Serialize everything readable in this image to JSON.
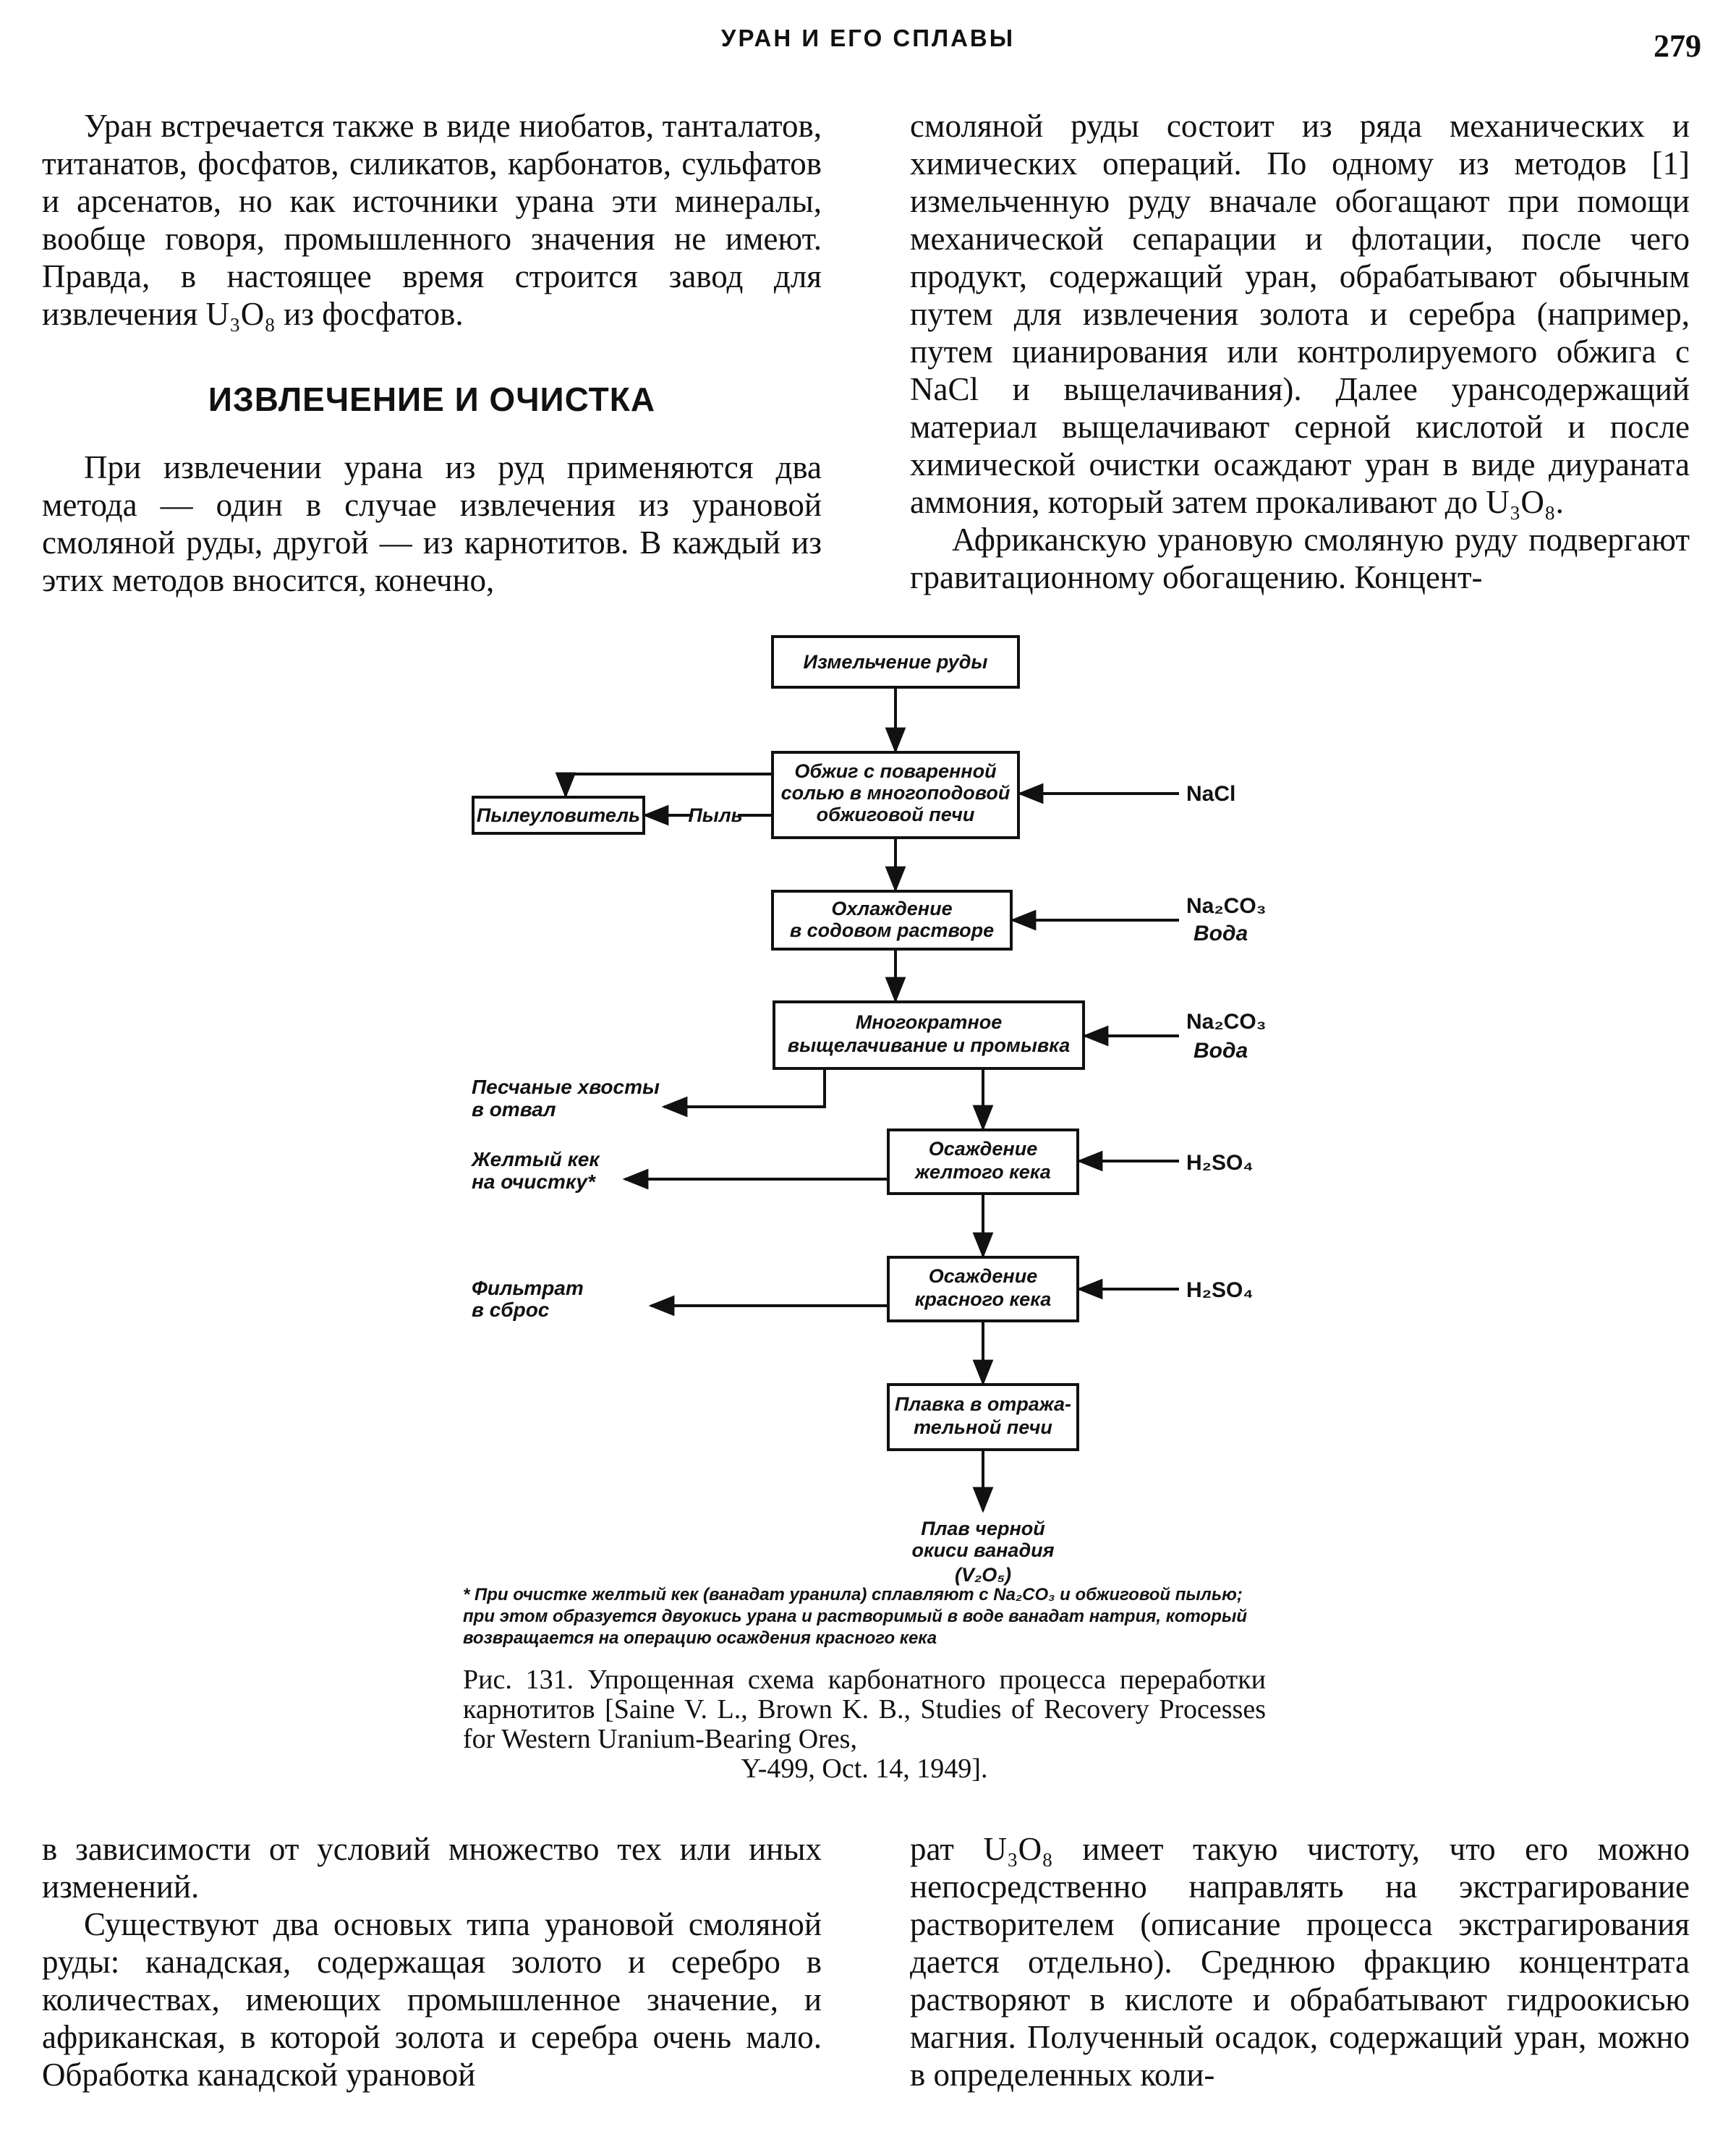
{
  "header": {
    "running_title": "УРАН И ЕГО СПЛАВЫ",
    "page_number": "279"
  },
  "left_top": {
    "p1": "Уран встречается также в виде ниобатов, танталатов, титанатов, фосфатов, силикатов, карбонатов, сульфатов и арсенатов, но как источники урана эти минералы, вообще говоря, промышленного значения не имеют. Правда, в настоящее время строится завод для извлечения U₃O₈ из фосфатов.",
    "heading": "ИЗВЛЕЧЕНИЕ И ОЧИСТКА",
    "p2": "При извлечении урана из руд применяются два метода — один в случае извлечения из урановой смоляной руды, другой — из карнотитов. В каждый из этих методов вносится, конечно,"
  },
  "right_top": {
    "p1": "смоляной руды состоит из ряда механических и химических операций. По одному из методов [1] измельченную руду вначале обогащают при помощи механической сепарации и флотации, после чего продукт, содержащий уран, обрабатывают обычным путем для извлечения золота и серебра (например, путем цианирования или контролируемого обжига с NaCl и выщелачивания). Далее урансодержащий материал выщелачивают серной кислотой и после химической очистки осаждают уран в виде диураната аммония, который затем прокаливают до U₃O₈.",
    "p2": "Африканскую урановую смоляную руду подвергают гравитационному обогащению. Концент-"
  },
  "diagram": {
    "box_grinding": "Измельчение руды",
    "box_roasting": [
      "Обжиг с поваренной",
      "солью в многоподовой",
      "обжиговой печи"
    ],
    "box_dust_collector": "Пылеуловитель",
    "label_dust": "Пыль",
    "input_nacl": "NaCl",
    "box_cooling": [
      "Охлаждение",
      "в содовом растворе"
    ],
    "input_soda_water_1": [
      "Na₂CO₃",
      "Вода"
    ],
    "box_leaching": [
      "Многократное",
      "выщелачивание и промывка"
    ],
    "input_soda_water_2": [
      "Na₂CO₃",
      "Вода"
    ],
    "output_sand_tails": [
      "Песчаные хвосты",
      "в отвал"
    ],
    "box_yellow_cake": [
      "Осаждение",
      "желтого кека"
    ],
    "input_h2so4_1": "H₂SO₄",
    "output_yellow_cake": [
      "Желтый кек",
      "на очистку*"
    ],
    "box_red_cake": [
      "Осаждение",
      "красного кека"
    ],
    "input_h2so4_2": "H₂SO₄",
    "output_filtrate": [
      "Фильтрат",
      "в сброс"
    ],
    "box_smelting": [
      "Плавка в отража-",
      "тельной печи"
    ],
    "output_product": [
      "Плав черной",
      "окиси ванадия",
      "(V₂O₅)"
    ]
  },
  "figure": {
    "footnote": "* При очистке желтый кек (ванадат уранила) сплавляют с Na₂CO₃ и обжиговой пылью; при этом образуется двуокись урана и растворимый в воде ванадат натрия, который возвращается на операцию осаждения красного кека",
    "caption": "Рис. 131. Упрощенная схема карбонатного процесса переработки карнотитов [Saine V. L., Brown K. B., Studies of Recovery Processes for Western Uranium-Bearing Ores,",
    "caption_last": "Y-499, Oct. 14, 1949]."
  },
  "left_bottom": {
    "p1": "в зависимости от условий множество тех или иных изменений.",
    "p2": "Существуют два основых типа урановой смоляной руды: канадская, содержащая золото и серебро в количествах, имеющих промышленное значение, и африканская, в которой золота и серебра очень мало. Обработка канадской урановой"
  },
  "right_bottom": {
    "p1": "рат U₃O₈ имеет такую чистоту, что его можно непосредственно направлять на экстрагирование растворителем (описание процесса экстрагирования дается отдельно). Среднюю фракцию концентрата растворяют в кислоте и обрабатывают гидроокисью магния. Полученный осадок, содержащий уран, можно в определенных коли-"
  }
}
